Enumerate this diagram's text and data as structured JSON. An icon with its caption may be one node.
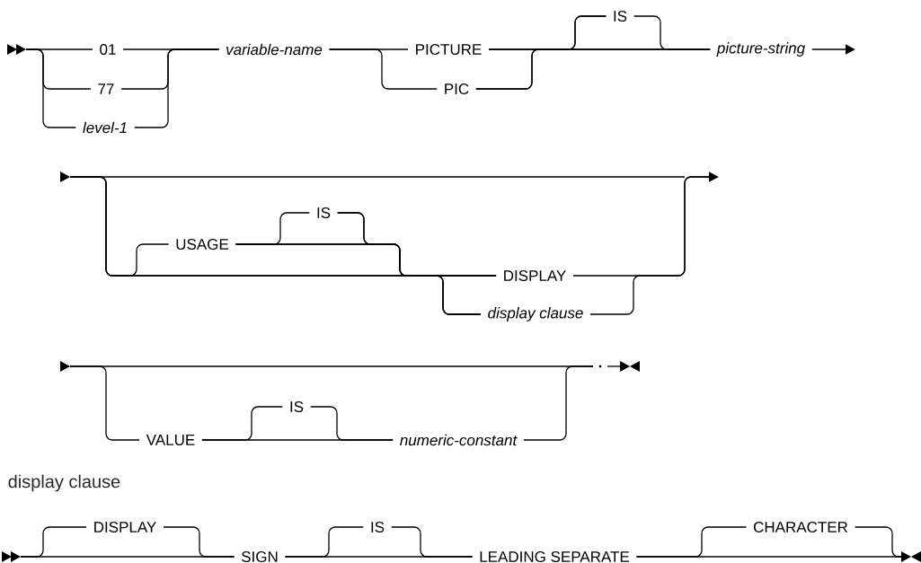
{
  "diagram": {
    "nodes": [
      {
        "text": [
          "01"
        ]
      },
      {
        "text": [
          "77"
        ]
      },
      {
        "text": [
          "level-1"
        ]
      },
      {
        "text": [
          "variable-name"
        ]
      },
      {
        "text": [
          "PICTURE"
        ]
      },
      {
        "text": [
          "PIC"
        ]
      },
      {
        "text": [
          "IS"
        ]
      },
      {
        "text": [
          "picture-string"
        ]
      },
      {
        "text": [
          "USAGE"
        ]
      },
      {
        "text": [
          "IS"
        ]
      },
      {
        "text": [
          "DISPLAY"
        ]
      },
      {
        "text": [
          "display clause"
        ]
      },
      {
        "text": [
          "VALUE"
        ]
      },
      {
        "text": [
          "IS"
        ]
      },
      {
        "text": [
          "numeric-constant"
        ]
      },
      {
        "text": [
          "."
        ]
      },
      {
        "text": [
          "DISPLAY"
        ]
      },
      {
        "text": [
          "SIGN"
        ]
      },
      {
        "text": [
          "IS"
        ]
      },
      {
        "text": [
          "LEADING SEPARATE"
        ]
      },
      {
        "text": [
          "CHARACTER"
        ]
      }
    ],
    "edges": [
      {
        "from": null,
        "to": 0,
        "arrow": "to"
      },
      {
        "from": null,
        "to": 1,
        "arrow": "none"
      },
      {
        "from": null,
        "to": 2,
        "arrow": "none"
      },
      {
        "from": 0,
        "to": 3,
        "arrow": "none"
      },
      {
        "from": 1,
        "to": 3,
        "arrow": "none"
      },
      {
        "from": 2,
        "to": 3,
        "arrow": "none"
      },
      {
        "from": 3,
        "to": 4,
        "arrow": "none"
      },
      {
        "from": 3,
        "to": 5,
        "arrow": "none"
      },
      {
        "from": 4,
        "to": 6,
        "arrow": "none"
      },
      {
        "from": 4,
        "to": 7,
        "arrow": "none"
      },
      {
        "from": 5,
        "to": 6,
        "arrow": "none"
      },
      {
        "from": 5,
        "to": 7,
        "arrow": "none"
      },
      {
        "from": 6,
        "to": 7,
        "arrow": "none"
      },
      {
        "from": 7,
        "to": null,
        "arrow": "to"
      },
      {
        "from": null,
        "to": 8,
        "arrow": "to"
      },
      {
        "from": null,
        "to": 10,
        "arrow": "none"
      },
      {
        "from": null,
        "to": 11,
        "arrow": "none"
      },
      {
        "from": 8,
        "to": 9,
        "arrow": "none"
      },
      {
        "from": 8,
        "to": 10,
        "arrow": "none"
      },
      {
        "from": 8,
        "to": 11,
        "arrow": "none"
      },
      {
        "from": 9,
        "to": 10,
        "arrow": "none"
      },
      {
        "from": 9,
        "to": 11,
        "arrow": "none"
      },
      {
        "from": 10,
        "to": null,
        "arrow": "to"
      },
      {
        "from": 11,
        "to": null,
        "arrow": "none"
      },
      {
        "from": null,
        "to": 15,
        "arrow": "to"
      },
      {
        "from": null,
        "to": 12,
        "arrow": "none"
      },
      {
        "from": 12,
        "to": 13,
        "arrow": "none"
      },
      {
        "from": 12,
        "to": 14,
        "arrow": "none"
      },
      {
        "from": 13,
        "to": 14,
        "arrow": "none"
      },
      {
        "from": 14,
        "to": 15,
        "arrow": "none"
      },
      {
        "from": 15,
        "to": null,
        "arrow": "to"
      },
      {
        "from": null,
        "to": 17,
        "arrow": "to"
      },
      {
        "from": null,
        "to": 16,
        "arrow": "none"
      },
      {
        "from": 16,
        "to": 17,
        "arrow": "none"
      },
      {
        "from": 17,
        "to": 18,
        "arrow": "none"
      },
      {
        "from": 17,
        "to": 19,
        "arrow": "none"
      },
      {
        "from": 18,
        "to": 19,
        "arrow": "none"
      },
      {
        "from": 19,
        "to": null,
        "arrow": "to"
      },
      {
        "from": 19,
        "to": 20,
        "arrow": "none"
      },
      {
        "from": 20,
        "to": null,
        "arrow": "none"
      }
    ],
    "labels": [
      "display clause"
    ]
  }
}
